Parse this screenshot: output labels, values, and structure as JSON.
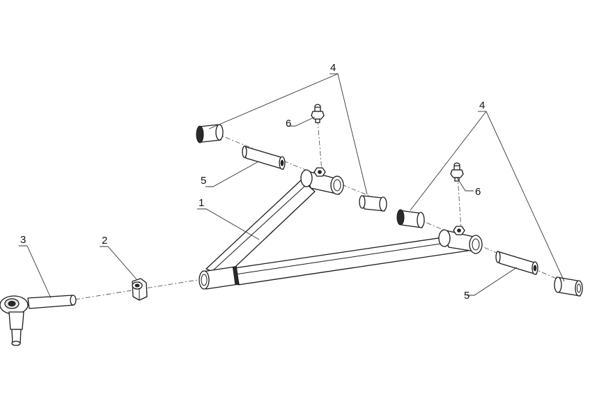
{
  "callouts": {
    "c1": "1",
    "c2": "2",
    "c3": "3",
    "c4_left": "4",
    "c4_right": "4",
    "c5_left": "5",
    "c5_right": "5",
    "c6_left": "6",
    "c6_right": "6"
  }
}
